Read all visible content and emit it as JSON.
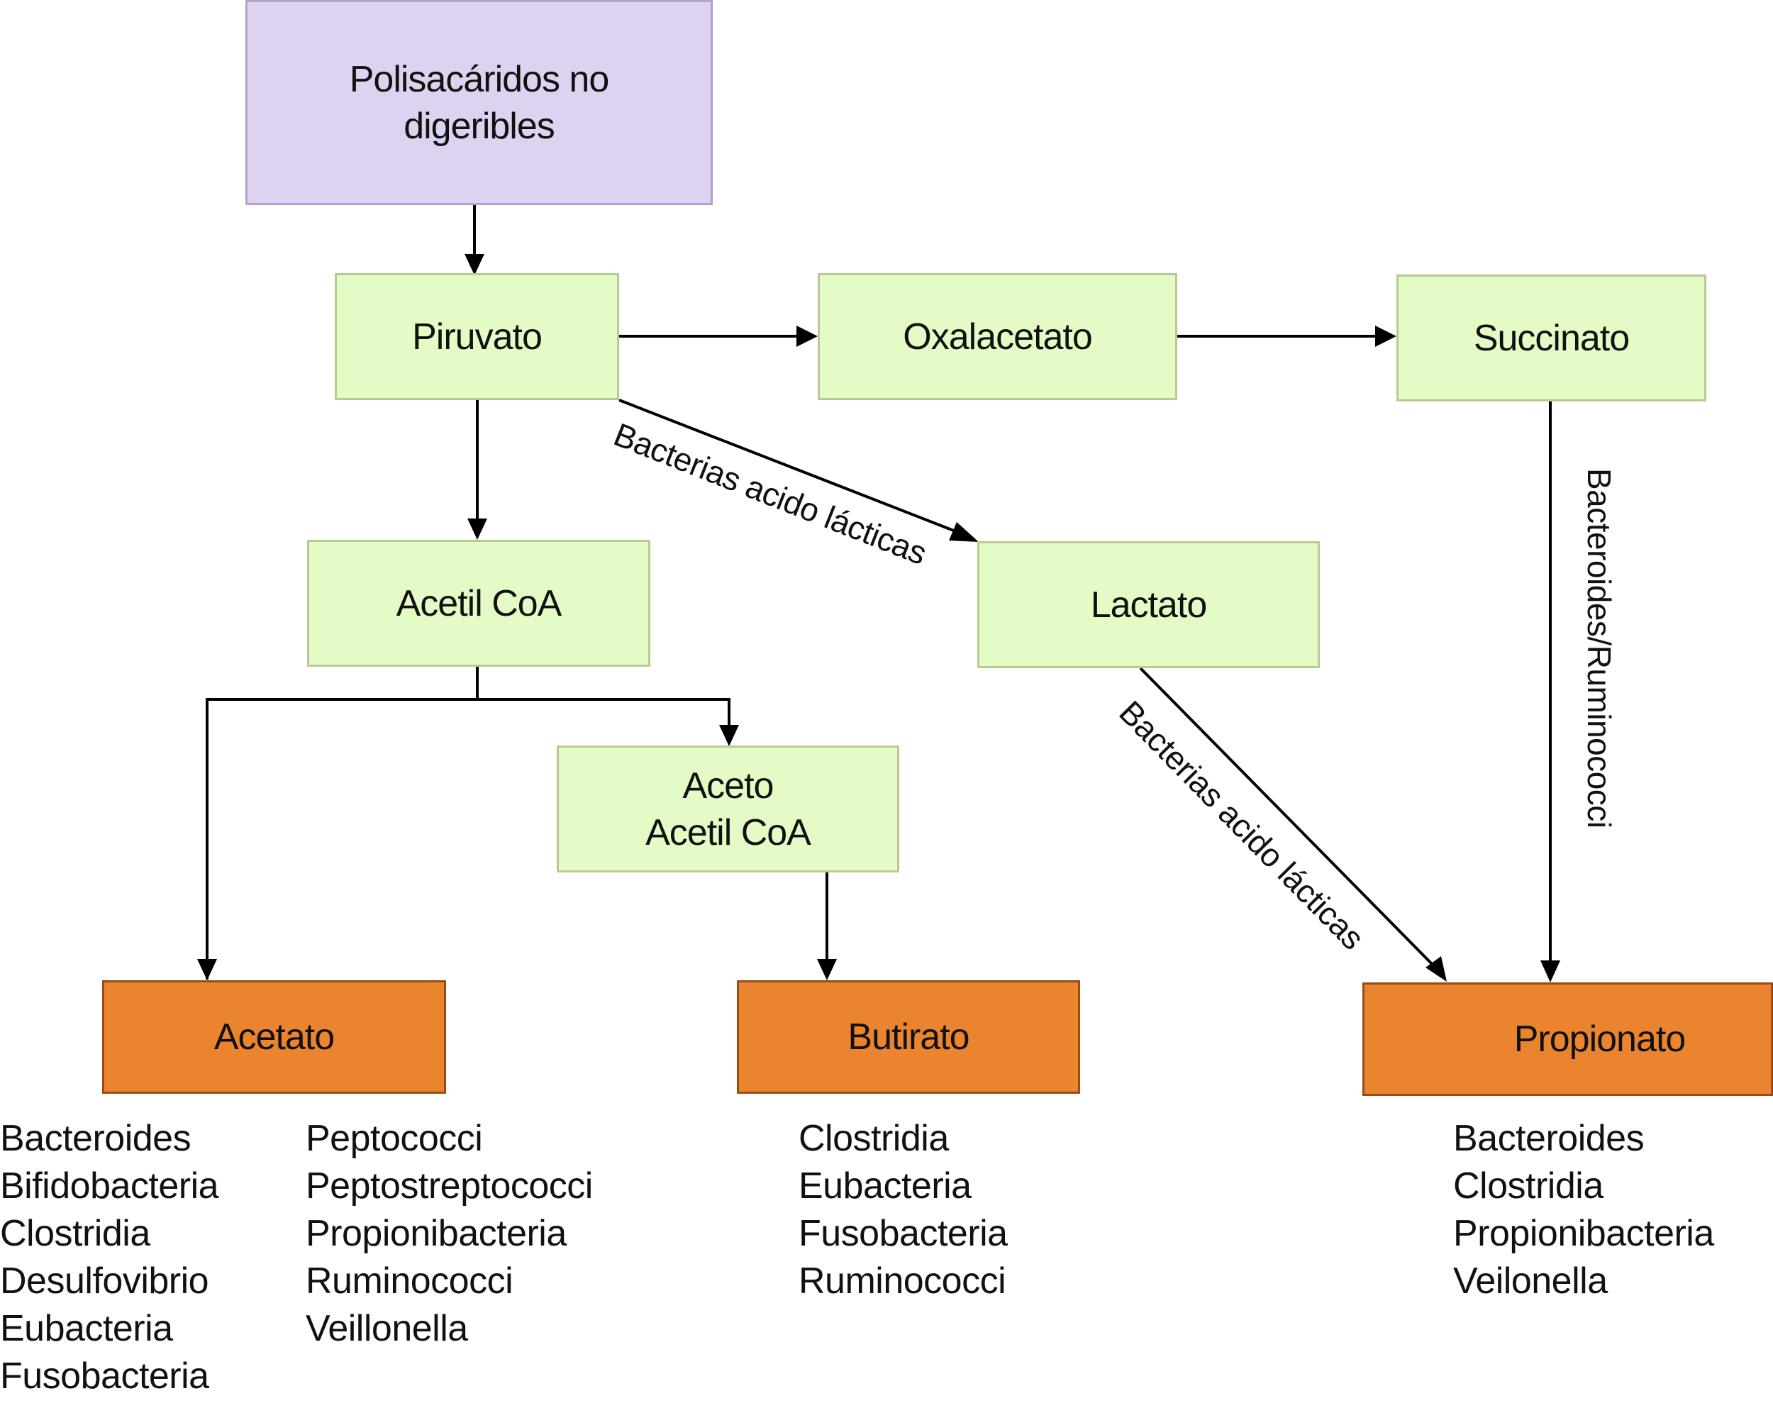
{
  "nodes": {
    "polisacaridos": "Polisacáridos no\ndigeribles",
    "piruvato": "Piruvato",
    "oxalacetato": "Oxalacetato",
    "succinato": "Succinato",
    "acetil_coa": "Acetil CoA",
    "lactato": "Lactato",
    "aceto_acetil_coa": "Aceto\nAcetil CoA",
    "acetato": "Acetato",
    "butirato": "Butirato",
    "propionato": "Propionato"
  },
  "edge_labels": {
    "piruvato_lactato": "Bacterias acido lácticas",
    "lactato_propionato": "Bacterias acido lácticas",
    "succinato_propionato": "Bacteroides/Ruminococci"
  },
  "bacteria": {
    "acetato_col1": [
      "Bacteroides",
      "Bifidobacteria",
      "Clostridia",
      "Desulfovibrio",
      "Eubacteria",
      "Fusobacteria"
    ],
    "acetato_col2": [
      "Peptococci",
      "Peptostreptococci",
      "Propionibacteria",
      "Ruminococci",
      "Veillonella"
    ],
    "butirato": [
      "Clostridia",
      "Eubacteria",
      "Fusobacteria",
      "Ruminococci"
    ],
    "propionato": [
      "Bacteroides",
      "Clostridia",
      "Propionibacteria",
      "Veilonella"
    ]
  },
  "colors": {
    "substrate": "#ddd3f0",
    "intermediate": "#e4fbc6",
    "product": "#eb842f",
    "arrow": "#000000"
  }
}
